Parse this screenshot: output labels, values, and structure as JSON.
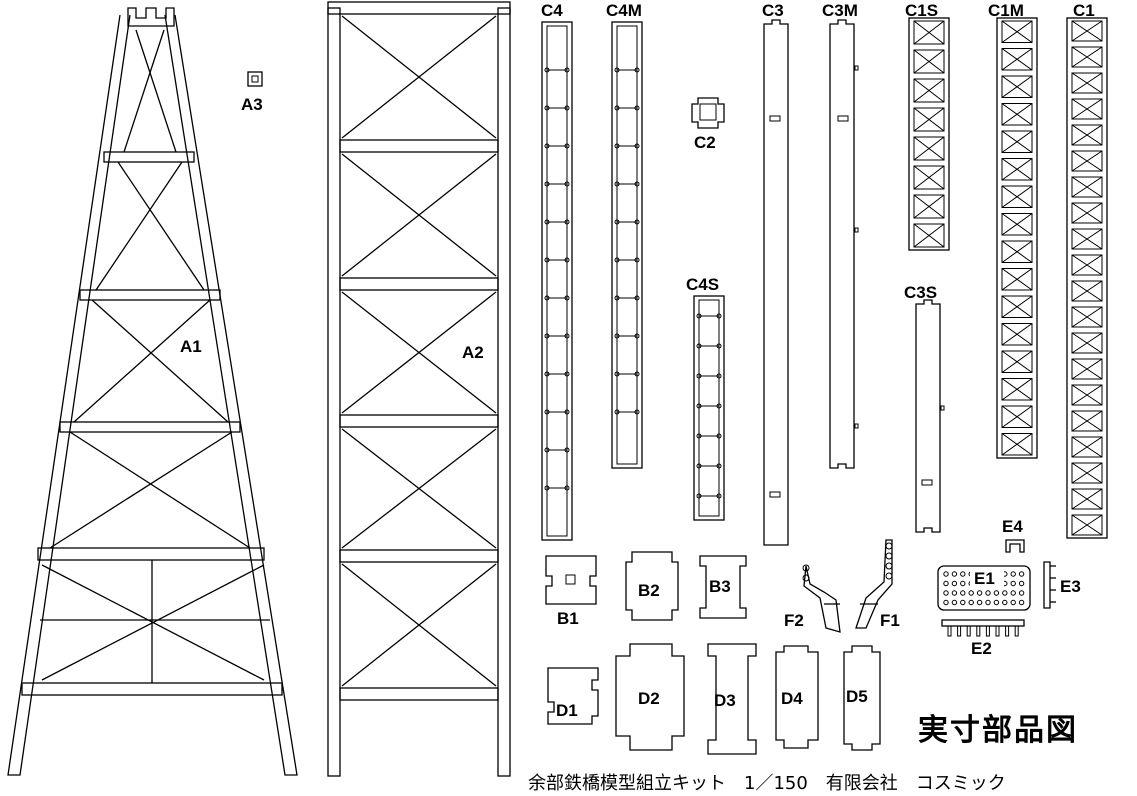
{
  "title": "実寸部品図",
  "footer": "余部鉄橋模型組立キット　1／150　有限会社　コスミック",
  "labels": {
    "A1": "A1",
    "A2": "A2",
    "A3": "A3",
    "C4": "C4",
    "C4M": "C4M",
    "C3": "C3",
    "C3M": "C3M",
    "C1S": "C1S",
    "C1M": "C1M",
    "C1": "C1",
    "C2": "C2",
    "C4S": "C4S",
    "C3S": "C3S",
    "B1": "B1",
    "B2": "B2",
    "B3": "B3",
    "F1": "F1",
    "F2": "F2",
    "E1": "E1",
    "E2": "E2",
    "E3": "E3",
    "E4": "E4",
    "D1": "D1",
    "D2": "D2",
    "D3": "D3",
    "D4": "D4",
    "D5": "D5"
  }
}
